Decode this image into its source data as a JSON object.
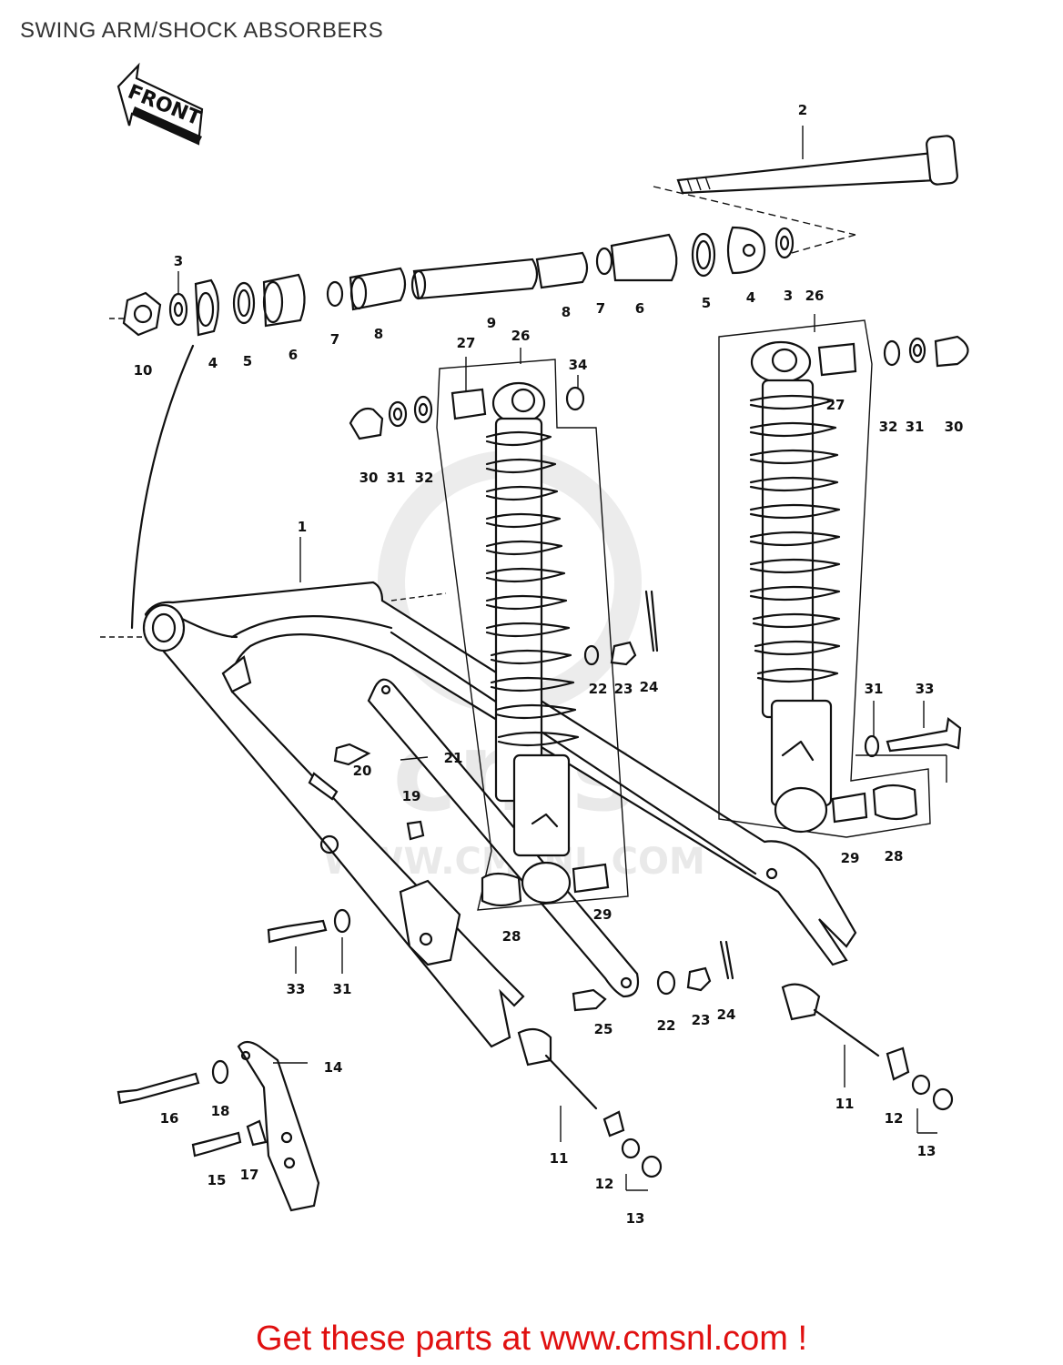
{
  "title": "SWING ARM/SHOCK ABSORBERS",
  "front_label": "FRONT",
  "footer_text": "Get these parts at www.cmsnl.com !",
  "watermark": "WWW.CMSNL.COM",
  "callouts": [
    "1",
    "2",
    "3",
    "3",
    "4",
    "4",
    "5",
    "5",
    "6",
    "6",
    "7",
    "7",
    "8",
    "8",
    "9",
    "10",
    "11",
    "11",
    "12",
    "12",
    "13",
    "13",
    "14",
    "15",
    "16",
    "17",
    "18",
    "19",
    "20",
    "21",
    "22",
    "22",
    "23",
    "23",
    "24",
    "24",
    "25",
    "26",
    "26",
    "27",
    "27",
    "28",
    "28",
    "29",
    "29",
    "30",
    "30",
    "31",
    "31",
    "31",
    "31",
    "32",
    "32",
    "33",
    "33",
    "34"
  ]
}
